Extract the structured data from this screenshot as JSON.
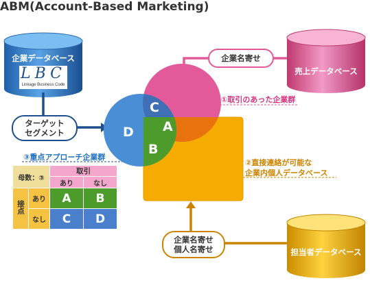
{
  "title": "ABM(Account-Based Marketing)",
  "databases": {
    "enterprise": {
      "label": "企業データベース",
      "logo": "LBC",
      "logo_sub": "Linkage Business Code"
    },
    "sales": {
      "label": "売上データベース"
    },
    "contact": {
      "label": "担当者データベース"
    }
  },
  "pills": {
    "company_name": "企業名寄せ",
    "target_line1": "ターゲット",
    "target_line2": "セグメント",
    "merge_line1": "企業名寄せ",
    "merge_line2": "個人名寄せ"
  },
  "callouts": {
    "transacted": "①取引のあった企業群",
    "contactable_line1": "②直接連絡が可能な",
    "contactable_line2": "企業内個人データベース",
    "priority": "③重点アプローチ企業群"
  },
  "regions": {
    "a": "A",
    "b": "B",
    "c": "C",
    "d": "D"
  },
  "matrix": {
    "corner": "母数：③",
    "col_group": "取引",
    "col_yes": "あり",
    "col_no": "なし",
    "row_group": "接点",
    "row_yes": "あり",
    "row_no": "なし",
    "cells": [
      "A",
      "B",
      "C",
      "D"
    ]
  },
  "colors": {
    "blue": "#4a8fd6",
    "pink": "#e35a9a",
    "orange": "#f0a800",
    "green": "#4d9b2b",
    "overlap_orange": "#e8720c",
    "arrow_blue": "#1f4e8c",
    "arrow_orange": "#cc8400"
  }
}
